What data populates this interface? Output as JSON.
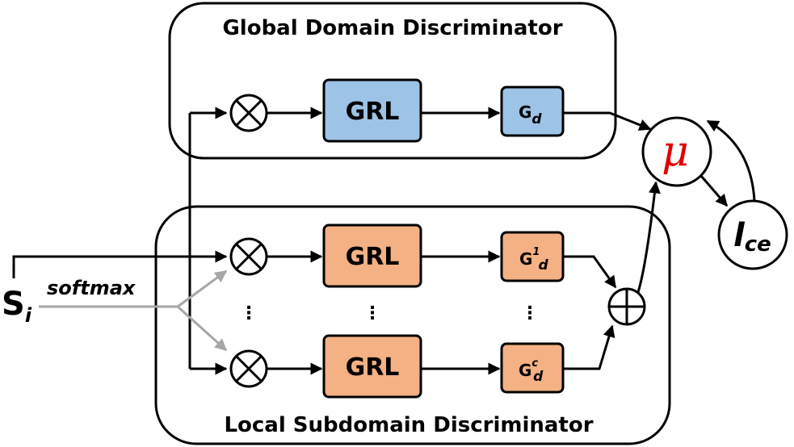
{
  "global_panel": {
    "title": "Global Domain Discriminator"
  },
  "local_panel": {
    "title": "Local Subdomain Discriminator"
  },
  "grl_label": "GRL",
  "global_g": {
    "base": "G",
    "sub": "d"
  },
  "local_g1": {
    "base": "G",
    "sup": "1",
    "sub": "d"
  },
  "local_gc": {
    "base": "G",
    "sup": "c",
    "sub": "d"
  },
  "mu_label": "μ",
  "loss": {
    "base": "l",
    "sub": "ce"
  },
  "input": {
    "base": "S",
    "sub": "i"
  },
  "softmax_label": "softmax",
  "ellipsis": "⋮",
  "colors": {
    "grl_global": "#9dc3e6",
    "grl_local": "#f4b183",
    "mu": "#e00000",
    "softmax_arrow": "#a6a6a6"
  }
}
